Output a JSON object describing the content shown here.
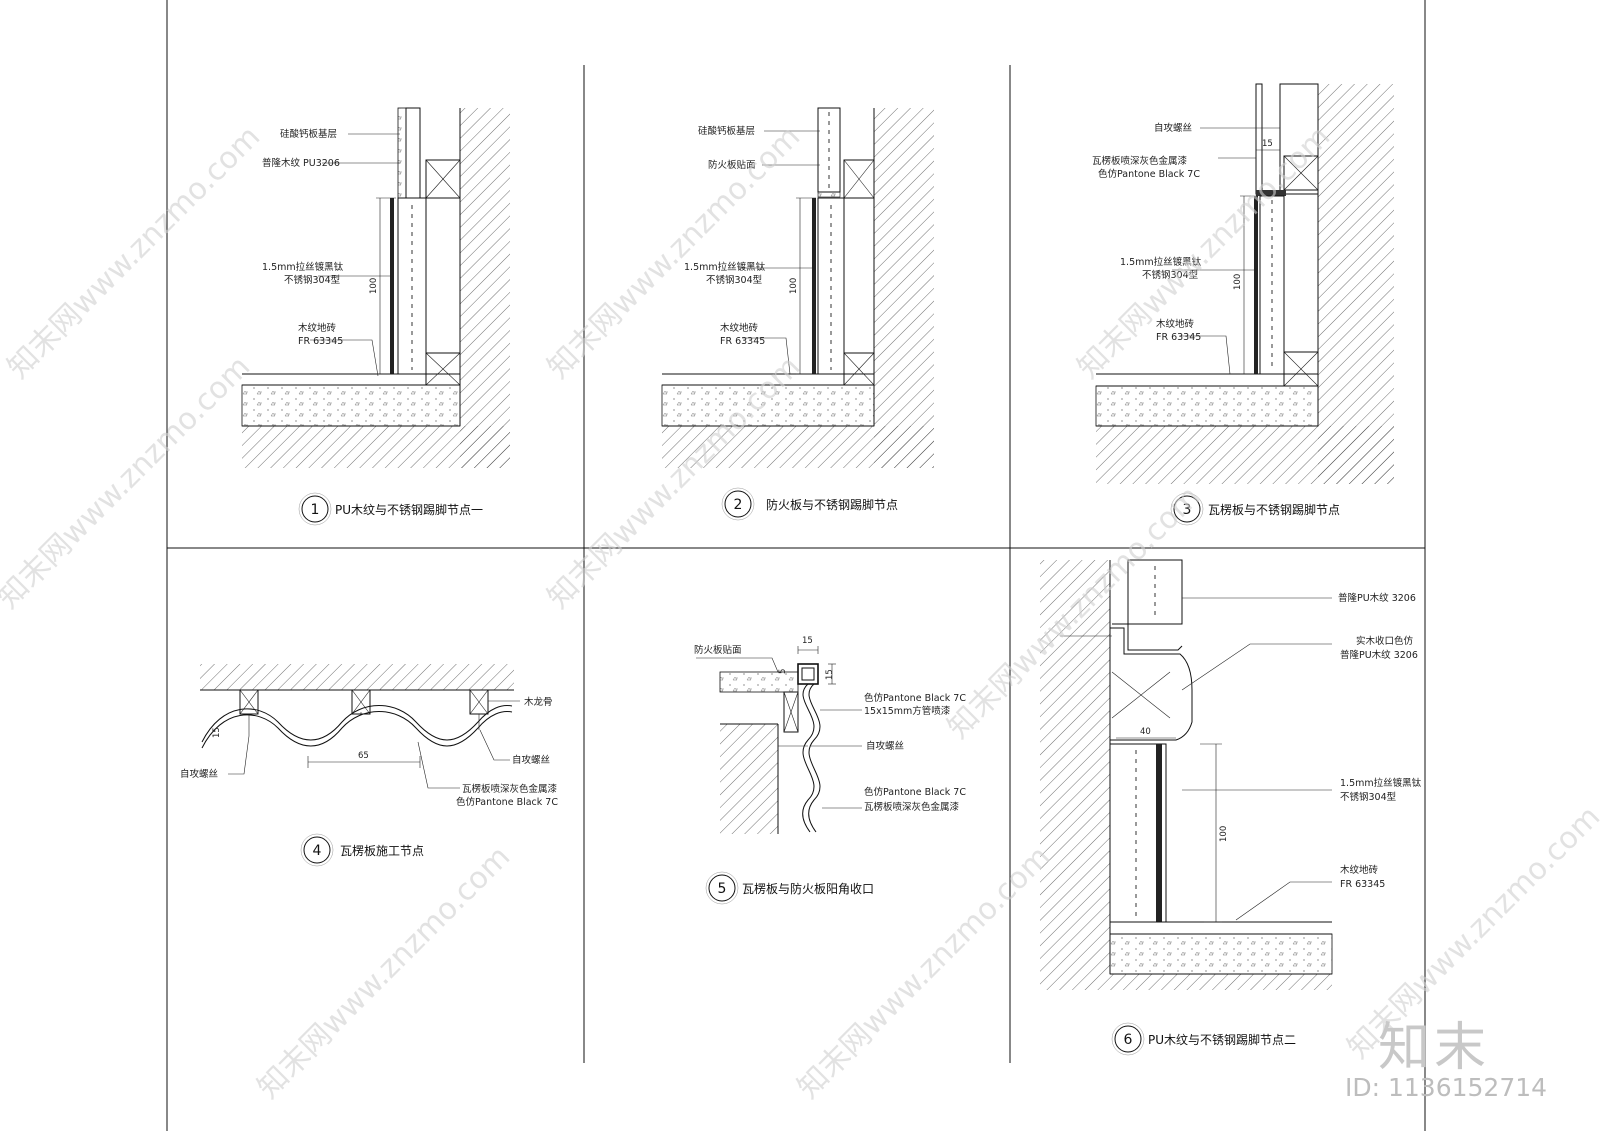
{
  "details": [
    {
      "num": "1",
      "title": "PU木纹与不锈钢踢脚节点一",
      "labels": [
        "硅酸钙板基层",
        "普隆木纹 PU3206",
        "1.5mm拉丝镀黑钛",
        "不锈钢304型",
        "木纹地砖",
        "FR 63345"
      ],
      "dims": [
        "100"
      ]
    },
    {
      "num": "2",
      "title": "防火板与不锈钢踢脚节点",
      "labels": [
        "硅酸钙板基层",
        "防火板贴面",
        "1.5mm拉丝镀黑钛",
        "不锈钢304型",
        "木纹地砖",
        "FR 63345"
      ],
      "dims": [
        "100"
      ]
    },
    {
      "num": "3",
      "title": "瓦楞板与不锈钢踢脚节点",
      "labels": [
        "自攻螺丝",
        "瓦楞板喷深灰色金属漆",
        "色仿Pantone Black 7C",
        "1.5mm拉丝镀黑钛",
        "不锈钢304型",
        "木纹地砖",
        "FR 63345"
      ],
      "dims": [
        "15",
        "100"
      ]
    },
    {
      "num": "4",
      "title": "瓦楞板施工节点",
      "labels": [
        "木龙骨",
        "自攻螺丝",
        "自攻螺丝",
        "瓦楞板喷深灰色金属漆",
        "色仿Pantone Black 7C"
      ],
      "dims": [
        "65",
        "15"
      ]
    },
    {
      "num": "5",
      "title": "瓦楞板与防火板阳角收口",
      "labels": [
        "防火板贴面",
        "色仿Pantone Black 7C",
        "15x15mm方管喷漆",
        "自攻螺丝",
        "色仿Pantone Black 7C",
        "瓦楞板喷深灰色金属漆"
      ],
      "dims": [
        "15",
        "5",
        "15"
      ]
    },
    {
      "num": "6",
      "title": "PU木纹与不锈钢踢脚节点二",
      "labels": [
        "普隆PU木纹 3206",
        "实木收口色仿",
        "普隆PU木纹 3206",
        "1.5mm拉丝镀黑钛",
        "不锈钢304型",
        "木纹地砖",
        "FR 63345"
      ],
      "dims": [
        "40",
        "100"
      ]
    }
  ],
  "watermark": {
    "text": "知末网www.znzmo.com",
    "brand": "知末",
    "id": "ID: 1136152714"
  },
  "colors": {
    "line": "#111111",
    "hatch": "#333333",
    "watermark": "#d0d0d0"
  }
}
